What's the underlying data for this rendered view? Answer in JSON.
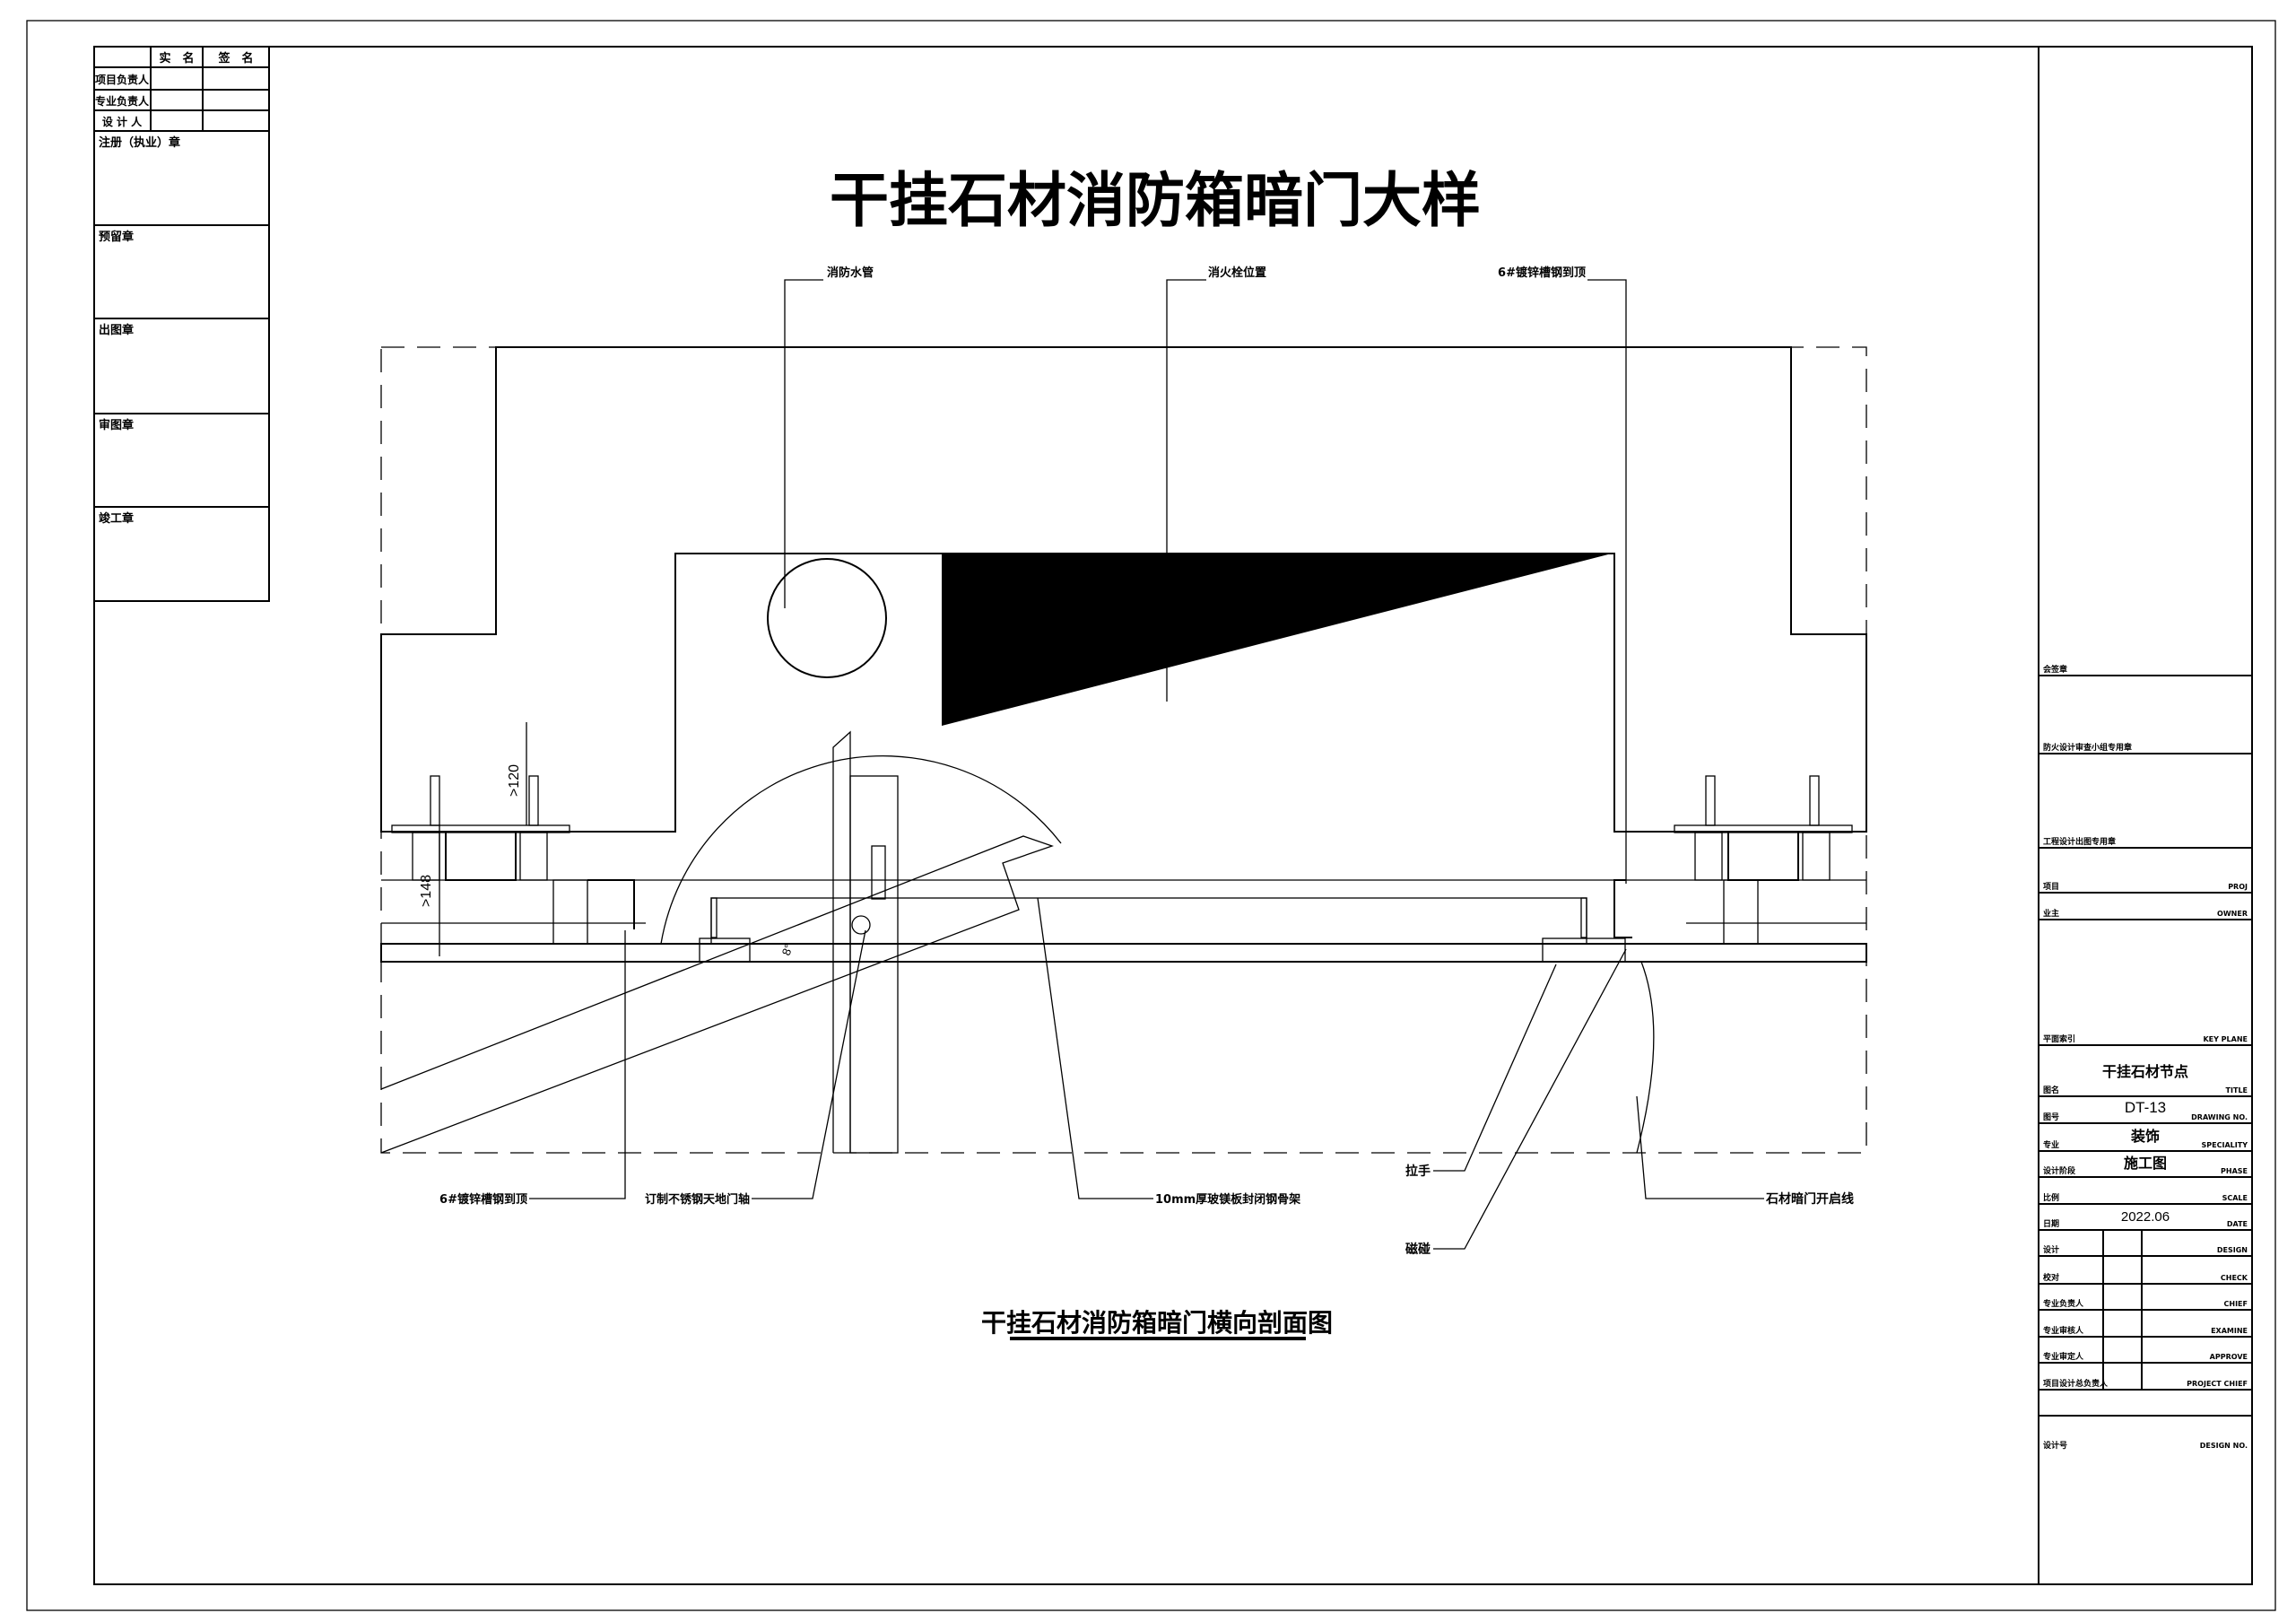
{
  "drawing": {
    "main_title": "干挂石材消防箱暗门大样",
    "section_title": "干挂石材消防箱暗门横向剖面图",
    "labels": {
      "fire_pipe": "消防水管",
      "hydrant_position": "消火栓位置",
      "channel_top_right": "6#镀锌槽钢到顶",
      "channel_bottom_left": "6#镀锌槽钢到顶",
      "pivot_hinge": "订制不锈钢天地门轴",
      "mgo_board": "10mm厚玻镁板封闭钢骨架",
      "handle": "拉手",
      "magnet_catch": "磁碰",
      "door_swing_line": "石材暗门开启线"
    },
    "dimensions": {
      "d1": ">120",
      "d2": ">148",
      "angle": "8°"
    }
  },
  "sign_table": {
    "header": [
      "实　名",
      "签　名"
    ],
    "rows": [
      "项目负责人",
      "专业负责人",
      "设 计 人"
    ],
    "stamps": [
      "注册（执业）章",
      "预留章",
      "出图章",
      "审图章",
      "竣工章"
    ]
  },
  "title_block": {
    "stamp_rows": [
      "会签章",
      "防火设计审查小组专用章",
      "工程设计出图专用章"
    ],
    "project": {
      "cn": "项目",
      "en": "PROJ"
    },
    "owner": {
      "cn": "业主",
      "en": "OWNER"
    },
    "key_plan": {
      "cn": "平面索引",
      "en": "KEY PLANE"
    },
    "drawing_title": "干挂石材节点",
    "fields": [
      {
        "cn": "图名",
        "en": "TITLE",
        "value": ""
      },
      {
        "cn": "图号",
        "en": "DRAWING NO.",
        "value": "DT-13"
      },
      {
        "cn": "专业",
        "en": "SPECIALITY",
        "value": "装饰"
      },
      {
        "cn": "设计阶段",
        "en": "PHASE",
        "value": "施工图"
      },
      {
        "cn": "比例",
        "en": "SCALE",
        "value": ""
      },
      {
        "cn": "日期",
        "en": "DATE",
        "value": "2022.06"
      }
    ],
    "signoffs": [
      {
        "cn": "设计",
        "en": "DESIGN"
      },
      {
        "cn": "校对",
        "en": "CHECK"
      },
      {
        "cn": "专业负责人",
        "en": "CHIEF"
      },
      {
        "cn": "专业审核人",
        "en": "EXAMINE"
      },
      {
        "cn": "专业审定人",
        "en": "APPROVE"
      },
      {
        "cn": "项目设计总负责人",
        "en": "PROJECT CHIEF"
      }
    ],
    "design_no": {
      "cn": "设计号",
      "en": "DESIGN NO."
    }
  }
}
